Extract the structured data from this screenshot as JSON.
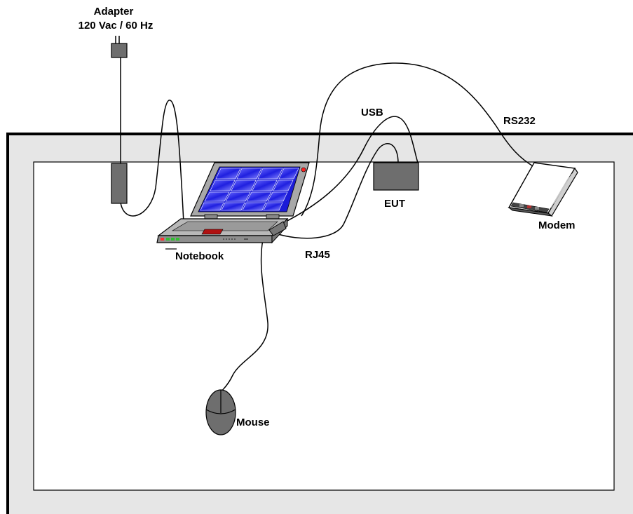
{
  "labels": {
    "adapter_line1": "Adapter",
    "adapter_line2": "120 Vac / 60 Hz",
    "usb": "USB",
    "rs232": "RS232",
    "eut": "EUT",
    "modem": "Modem",
    "notebook": "Notebook",
    "rj45": "RJ45",
    "mouse": "Mouse"
  },
  "colors": {
    "table_outer": "#e6e6e6",
    "table_inner": "#ffffff",
    "device_gray": "#6e6e6e",
    "notebook_body": "#a8a8a8",
    "screen_blue": "#2a2aee",
    "cable": "#000000"
  }
}
